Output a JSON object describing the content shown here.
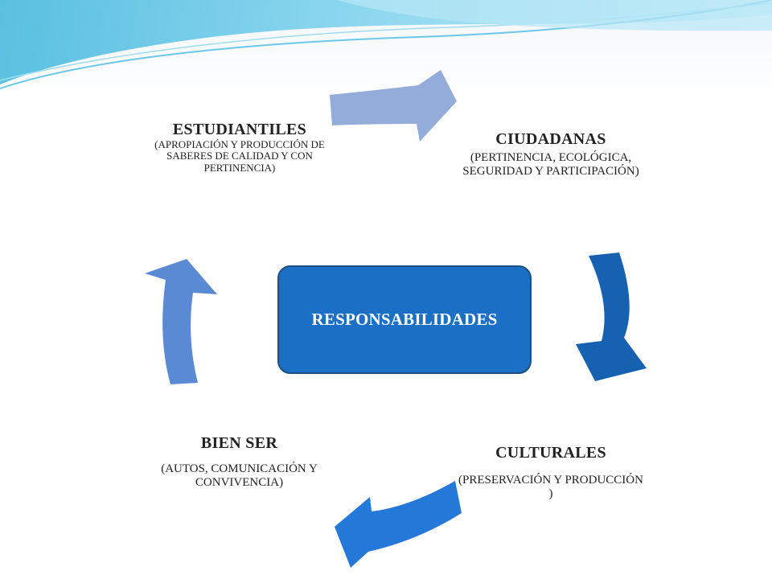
{
  "center": {
    "label": "RESPONSABILIDADES"
  },
  "nodes": {
    "top_left": {
      "title": "ESTUDIANTILES",
      "desc": "(APROPIACIÓN Y PRODUCCIÓN DE SABERES DE CALIDAD Y CON PERTINENCIA)"
    },
    "top_right": {
      "title": "CIUDADANAS",
      "desc": "(PERTINENCIA, ECOLÓGICA, SEGURIDAD Y PARTICIPACIÓN)"
    },
    "bottom_right": {
      "title": "CULTURALES",
      "desc": "(PRESERVACIÓN Y PRODUCCIÓN )"
    },
    "bottom_left": {
      "title": "BIEN SER",
      "desc": "(AUTOS, COMUNICACIÓN Y CONVIVENCIA)"
    }
  },
  "colors": {
    "center_fill": "#1b6fc4",
    "arrow_top": "#94acd9",
    "arrow_right": "#1762b0",
    "arrow_bottom": "#2478d8",
    "arrow_left": "#5b8ad4"
  }
}
